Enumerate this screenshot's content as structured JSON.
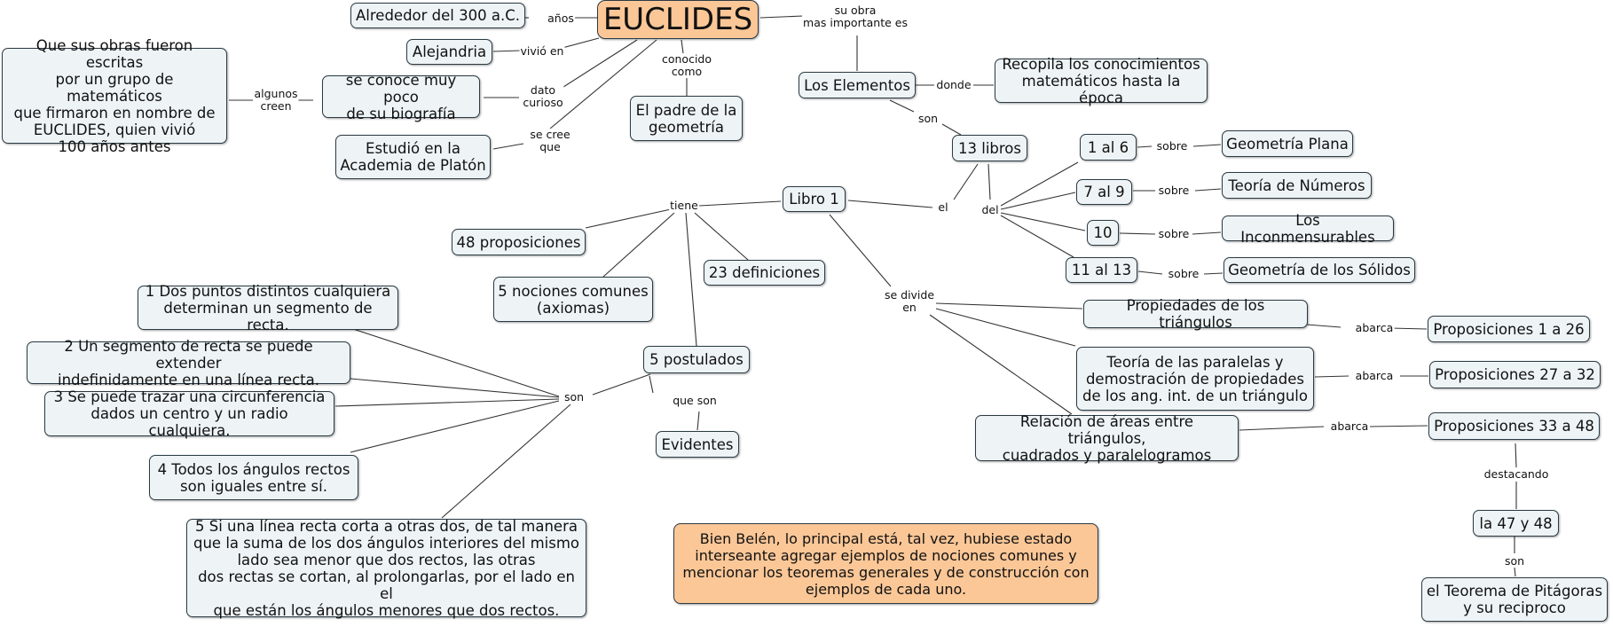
{
  "concepts": {
    "euclides": "EUCLIDES",
    "fecha": "Alrededor del 300 a.C.",
    "alejandria": "Alejandria",
    "biografia": "se conoce muy poco\nde su biografía",
    "obras_escritas": "Que sus obras fueron escritas\npor un grupo de matemáticos\nque firmaron en nombre de\nEUCLIDES, quien vivió\n100 años antes",
    "academia": "Estudió en la\nAcademia de Platón",
    "padre": "El padre de la\ngeometría",
    "elementos": "Los Elementos",
    "recopila": "Recopila los conocimientos\nmatemáticos hasta la época",
    "trece_libros": "13 libros",
    "b1_6": "1 al 6",
    "b7_9": "7 al 9",
    "b10": "10",
    "b11_13": "11 al 13",
    "geo_plana": "Geometría Plana",
    "teoria_numeros": "Teoría de Números",
    "inconmensurables": "Los Inconmensurables",
    "geo_solidos": "Geometría de los Sólidos",
    "libro1": "Libro 1",
    "proposiciones48": "48 proposiciones",
    "nociones": "5 nociones comunes\n(axiomas)",
    "definiciones": "23 definiciones",
    "postulados": "5 postulados",
    "evidentes": "Evidentes",
    "p1": "1 Dos puntos distintos cualquiera\ndeterminan un segmento de recta.",
    "p2": "2 Un segmento de recta se puede extender\nindefinidamente en una línea recta.",
    "p3": "3 Se puede trazar una circunferencia\ndados un centro y un radio cualquiera.",
    "p4": "4 Todos los ángulos rectos\nson iguales entre sí.",
    "p5": "5 Si una línea recta corta a otras dos, de tal manera\nque la suma de los dos ángulos interiores del mismo\nlado sea menor que dos rectos, las otras\ndos rectas se cortan, al prolongarlas, por el lado en el\nque están los ángulos menores que dos rectos.",
    "prop_triangulos": "Propiedades de los triángulos",
    "paralelas": "Teoría de las paralelas y\ndemostración de propiedades\nde los ang. int. de un triángulo",
    "areas": "Relación de áreas entre triángulos,\ncuadrados y paralelogramos",
    "prop1_26": "Proposiciones 1 a 26",
    "prop27_32": "Proposiciones 27 a 32",
    "prop33_48": "Proposiciones 33 a 48",
    "p47_48": "la 47 y 48",
    "pitagoras": "el Teorema de Pitágoras\ny su reciproco",
    "nota": "Bien Belén, lo principal está, tal vez, hubiese estado\ninterseante agregar ejemplos de nociones comunes y\nmencionar los teoremas generales y de construcción con\nejemplos de cada uno."
  },
  "link_labels": {
    "anos": "años",
    "vivio": "vivió en",
    "dato": "dato\ncurioso",
    "algunos": "algunos\ncreen",
    "secree": "se cree\nque",
    "conocido": "conocido\ncomo",
    "suobra": "su obra\nmas importante es",
    "donde": "donde",
    "son_libros": "son",
    "el": "el",
    "del": "del",
    "sobre1": "sobre",
    "sobre2": "sobre",
    "sobre3": "sobre",
    "sobre4": "sobre",
    "tiene": "tiene",
    "sedivide": "se divide\nen",
    "son_post": "son",
    "queson": "que son",
    "abarca1": "abarca",
    "abarca2": "abarca",
    "abarca3": "abarca",
    "destacando": "destacando",
    "son_pit": "son"
  }
}
